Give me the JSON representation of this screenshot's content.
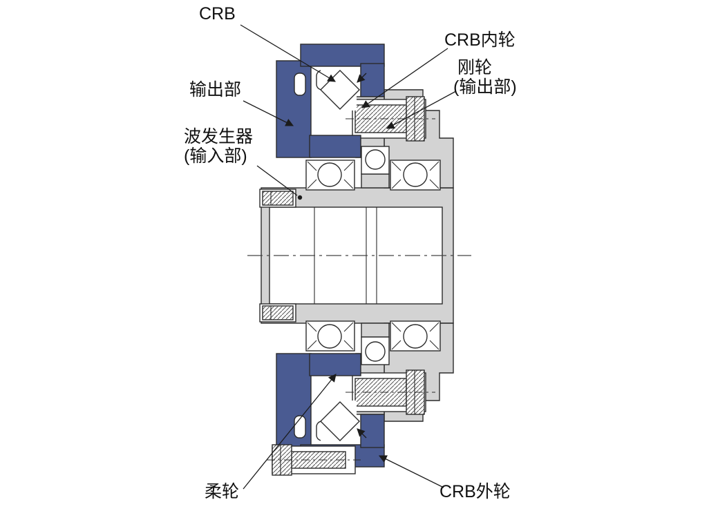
{
  "diagram": {
    "colors": {
      "blue_part": "#4a5b92",
      "gray_part": "#d3d3d3",
      "outline": "#2b2b2b",
      "background": "#ffffff"
    },
    "labels": {
      "crb": "CRB",
      "crb_inner": "CRB内轮",
      "rigid_line1": "刚轮",
      "rigid_line2": "(输出部)",
      "output": "输出部",
      "wave_line1": "波发生器",
      "wave_line2": "(输入部)",
      "flex": "柔轮",
      "crb_outer": "CRB外轮"
    }
  }
}
